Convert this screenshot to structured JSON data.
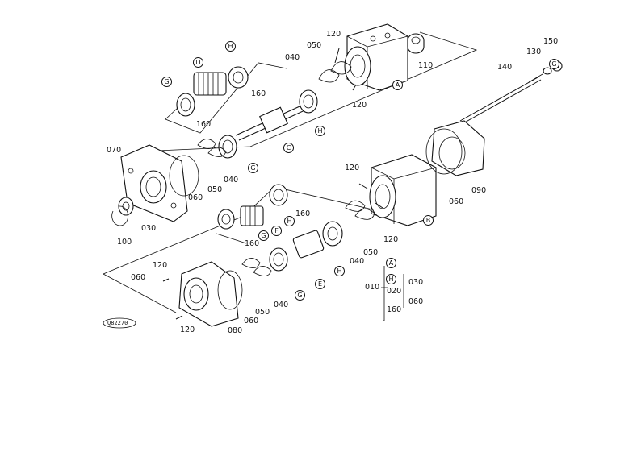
{
  "diagram": {
    "part_numbers": {
      "p010": "010",
      "p020": "020",
      "p030": "030",
      "p040": "040",
      "p050": "050",
      "p060": "060",
      "p070": "070",
      "p080": "080",
      "p090": "090",
      "p100": "100",
      "p110": "110",
      "p120": "120",
      "p130": "130",
      "p140": "140",
      "p150": "150",
      "p160": "160"
    },
    "circle_letters": {
      "A": "A",
      "B": "B",
      "C": "C",
      "D": "D",
      "E": "E",
      "F": "F",
      "G": "G",
      "H": "H"
    },
    "stamp": "Q82270"
  }
}
